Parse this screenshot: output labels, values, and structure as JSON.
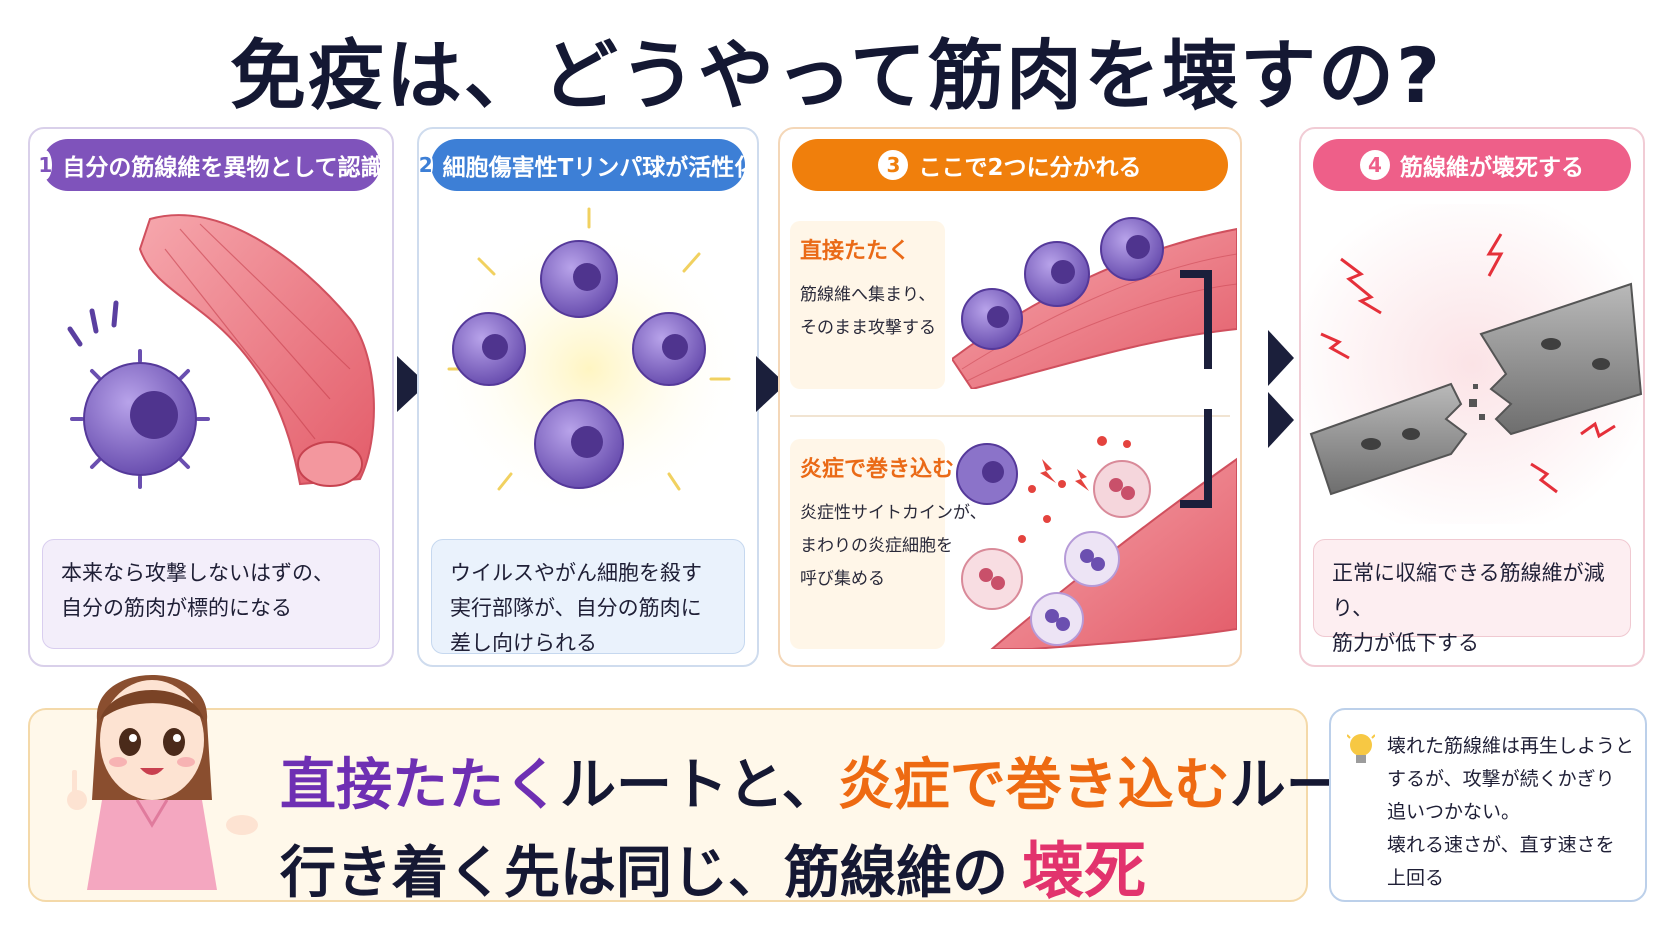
{
  "title": "免疫は、どうやって筋肉を壊すの?",
  "colors": {
    "purple": "#7f53bb",
    "blue": "#3d7fd6",
    "orange": "#f07f0c",
    "pink": "#ee5f89",
    "dark": "#1b1f3b",
    "accent_purple": "#6e2fb3",
    "accent_orange": "#ee6a12",
    "accent_pink": "#e2336d"
  },
  "steps": [
    {
      "number": "1",
      "title": "自分の筋線維を異物として認識",
      "caption": [
        "本来なら攻撃しないはずの、",
        "自分の筋肉が標的になる"
      ]
    },
    {
      "number": "2",
      "title": "細胞傷害性Tリンパ球が活性化",
      "caption": [
        "ウイルスやがん細胞を殺す",
        "実行部隊が、自分の筋肉に",
        "差し向けられる"
      ]
    },
    {
      "number": "3",
      "title": "ここで2つに分かれる",
      "routes": [
        {
          "heading": "直接たたく",
          "body": [
            "筋線維へ集まり、",
            "そのまま攻撃する"
          ]
        },
        {
          "heading": "炎症で巻き込む",
          "body": [
            "炎症性サイトカインが、",
            "まわりの炎症細胞を",
            "呼び集める"
          ]
        }
      ]
    },
    {
      "number": "4",
      "title": "筋線維が壊死する",
      "caption": [
        "正常に収縮できる筋線維が減り、",
        "筋力が低下する"
      ]
    }
  ],
  "summary": {
    "line1": {
      "a": "直接たたく",
      "b": "ルートと、",
      "c": "炎症で巻き込む",
      "d": "ルート。"
    },
    "line2": {
      "a": "行き着く先は同じ、筋線維の",
      "b": "壊死"
    }
  },
  "tip": {
    "icon": "lightbulb-icon",
    "lines": [
      "壊れた筋線維は再生しようと",
      "するが、攻撃が続くかぎり",
      "追いつかない。",
      "壊れる速さが、直す速さを",
      "上回る"
    ]
  }
}
